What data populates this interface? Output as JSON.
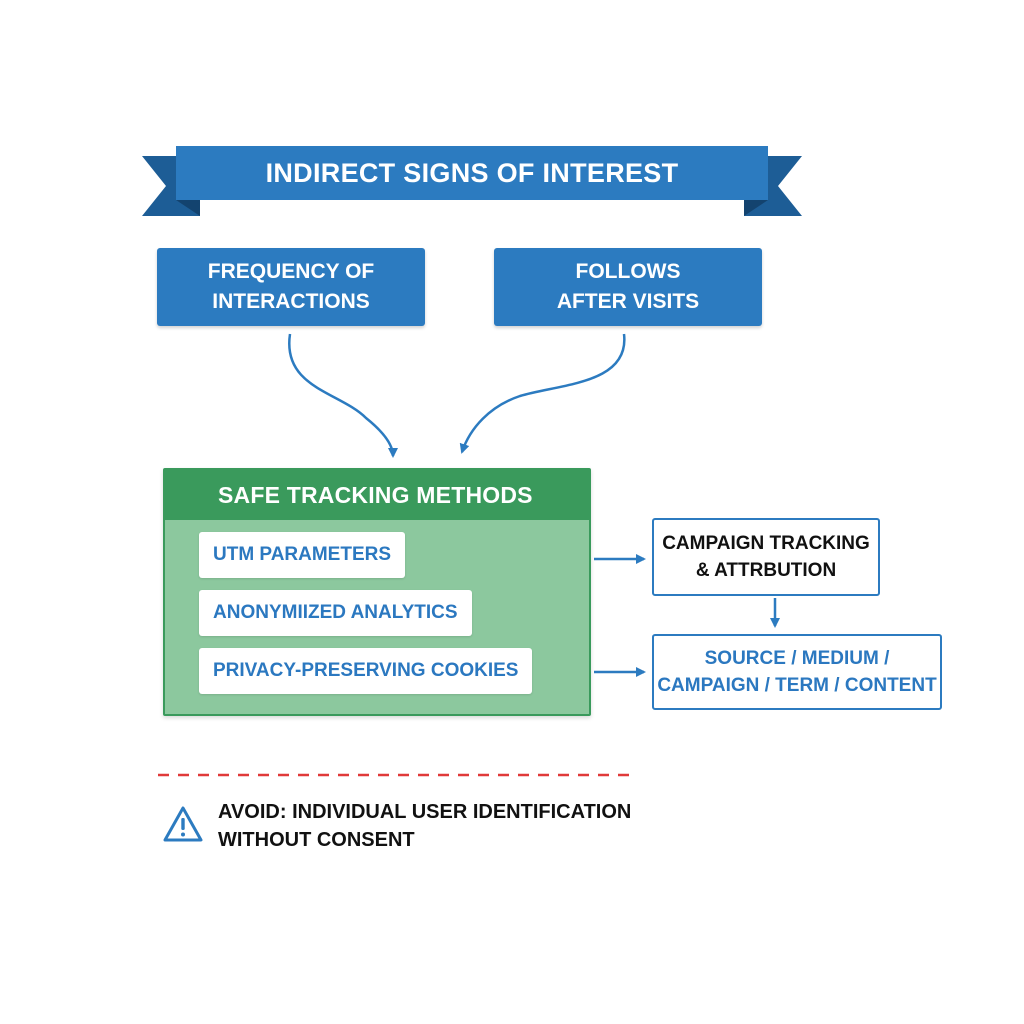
{
  "banner": {
    "title": "INDIRECT SIGNS OF INTEREST"
  },
  "signals": [
    {
      "line1": "FREQUENCY OF",
      "line2": "INTERACTIONS"
    },
    {
      "line1": "FOLLOWS",
      "line2": "AFTER VISITS"
    }
  ],
  "safe_methods": {
    "title": "SAFE TRACKING METHODS",
    "items": [
      "UTM PARAMETERS",
      "ANONYMIIZED ANALYTICS",
      "PRIVACY-PRESERVING COOKIES"
    ]
  },
  "outcomes": [
    {
      "line1": "CAMPAIGN TRACKING",
      "line2": "& ATTRBUTION"
    },
    {
      "line1": "SOURCE / MEDIUM /",
      "line2": "CAMPAIGN / TERM / CONTENT"
    }
  ],
  "warning": {
    "line1": "AVOID: INDIVIDUAL USER IDENTIFICATION",
    "line2": "WITHOUT CONSENT",
    "icon": "warning-triangle-icon"
  },
  "colors": {
    "primary_blue": "#2c7bc0",
    "dark_blue": "#1d5d96",
    "green_header": "#3a9a5c",
    "green_panel": "#8cc89e",
    "divider_red": "#e03a3a"
  }
}
